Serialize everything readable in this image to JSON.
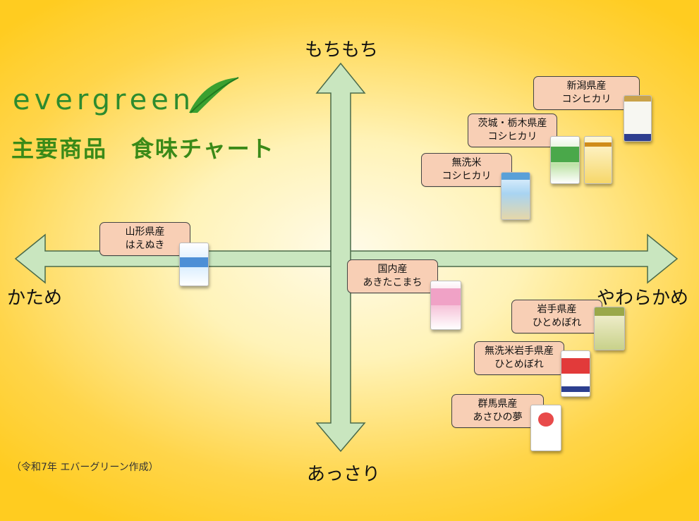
{
  "brand": {
    "name": "evergreen"
  },
  "title": "主要商品　食味チャート",
  "axes": {
    "top": "もちもち",
    "bottom": "あっさり",
    "left": "かため",
    "right": "やわらかめ"
  },
  "note": "（令和7年 エバーグリーン作成）",
  "colors": {
    "arrow_fill": "#c9e6bf",
    "arrow_stroke": "#4a6a4a",
    "card_fill": "#f8cfb5",
    "title_green": "#3a8a18"
  },
  "products": [
    {
      "lines": [
        "新潟県産",
        "コシヒカリ"
      ]
    },
    {
      "lines": [
        "茨城・栃木県産",
        "コシヒカリ"
      ]
    },
    {
      "lines": [
        "無洗米",
        "コシヒカリ"
      ]
    },
    {
      "lines": [
        "山形県産",
        "はえぬき"
      ]
    },
    {
      "lines": [
        "国内産",
        "あきたこまち"
      ]
    },
    {
      "lines": [
        "岩手県産",
        "ひとめぼれ"
      ]
    },
    {
      "lines": [
        "無洗米岩手県産",
        "ひとめぼれ"
      ]
    },
    {
      "lines": [
        "群馬県産",
        "あさひの夢"
      ]
    }
  ]
}
